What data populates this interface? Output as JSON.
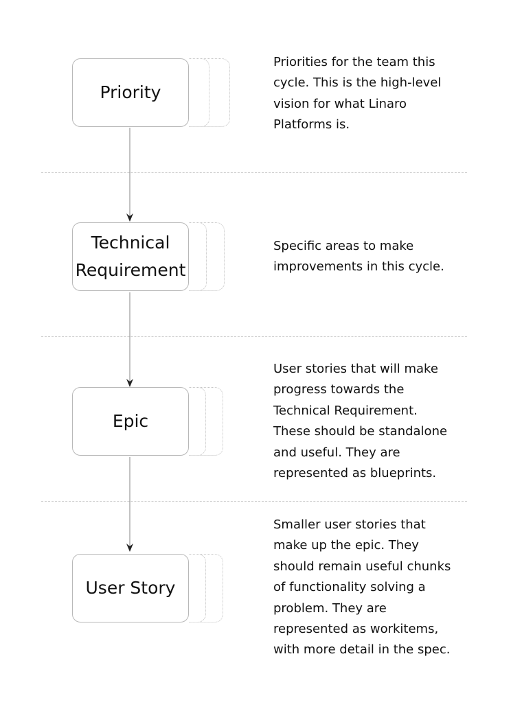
{
  "diagram": {
    "stages": [
      {
        "title": "Priority",
        "description": "Priorities for the team this\ncycle. This is the high-level\nvision for what Linaro\nPlatforms is."
      },
      {
        "title": "Technical\nRequirement",
        "description": "Specific areas to make\nimprovements in this cycle."
      },
      {
        "title": "Epic",
        "description": "User stories that will make\nprogress towards the\nTechnical Requirement.\nThese should be standalone\nand useful. They are\nrepresented as blueprints."
      },
      {
        "title": "User Story",
        "description": "Smaller user stories that\nmake up the epic. They\nshould remain useful chunks\nof functionality solving a\nproblem. They are\nrepresented as workitems,\nwith more detail in the spec."
      }
    ]
  },
  "colors": {
    "box_border": "#b8b8b8",
    "ghost_border": "#c2c2c2",
    "divider": "#cfcfcf",
    "arrow": "#999999",
    "text": "#111111"
  }
}
